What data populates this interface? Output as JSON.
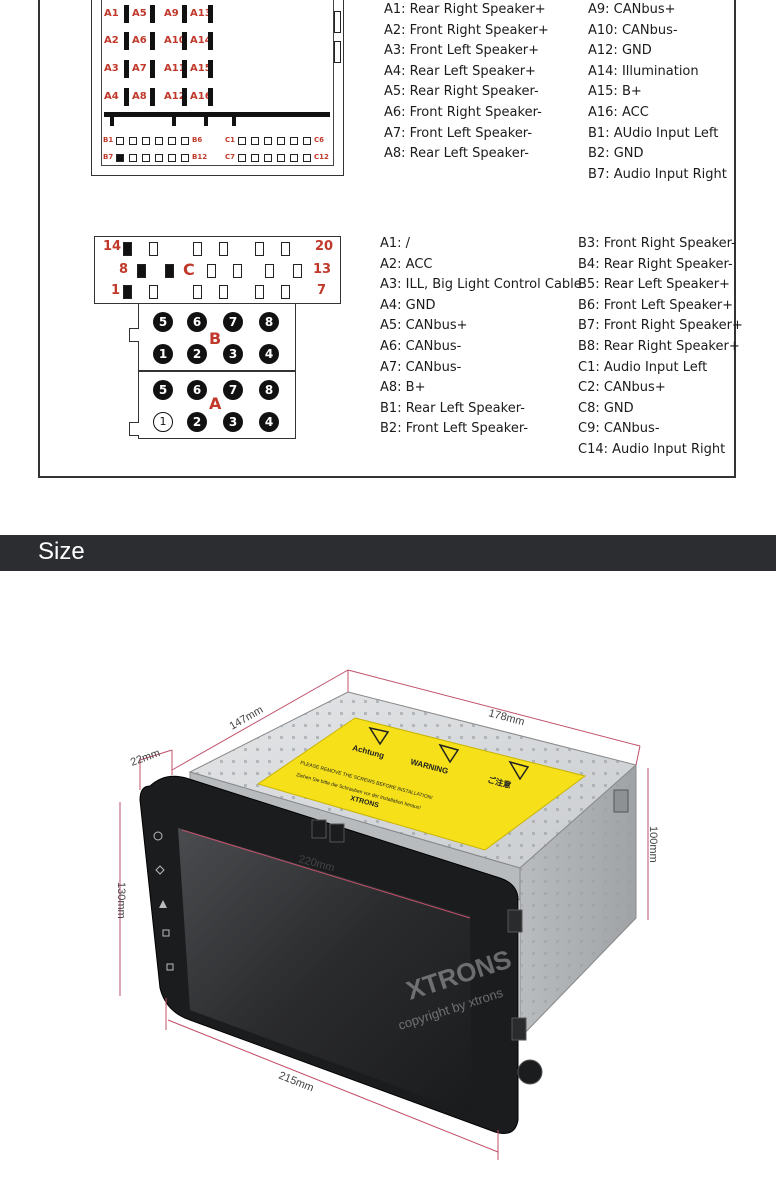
{
  "connector_top": {
    "a_labels": [
      [
        "A1",
        "A5",
        "A9",
        "A13"
      ],
      [
        "A2",
        "A6",
        "A10",
        "A14"
      ],
      [
        "A3",
        "A7",
        "A11",
        "A15"
      ],
      [
        "A4",
        "A8",
        "A12",
        "A16"
      ]
    ],
    "b_row1": {
      "start": "B1",
      "end": "B6"
    },
    "b_row2": {
      "start": "B7",
      "end": "B12"
    },
    "c_row1": {
      "start": "C1",
      "end": "C6"
    },
    "c_row2": {
      "start": "C7",
      "end": "C12"
    }
  },
  "pins_top_left": [
    "A1: Rear Right Speaker+",
    "A2: Front Right Speaker+",
    "A3: Front Left Speaker+",
    "A4: Rear Left Speaker+",
    "A5: Rear Right Speaker-",
    "A6: Front Right Speaker-",
    "A7: Front Left Speaker-",
    "A8: Rear Left Speaker-"
  ],
  "pins_top_right": [
    "A9: CANbus+",
    "A10: CANbus-",
    "A12: GND",
    "A14: Illumination",
    "A15: B+",
    "A16: ACC",
    "B1: AUdio Input Left",
    "B2: GND",
    "B7: Audio Input Right"
  ],
  "connector_bottom": {
    "c_numbers": {
      "top_left": "14",
      "top_right": "20",
      "mid_left": "8",
      "mid_right": "13",
      "bot_left": "1",
      "bot_right": "7"
    },
    "c_letter": "C",
    "b_letter": "B",
    "a_letter": "A",
    "pin_row_top": [
      "5",
      "6",
      "7",
      "8"
    ],
    "pin_row_bottom": [
      "1",
      "2",
      "3",
      "4"
    ]
  },
  "pins_bottom_left": [
    "A1: /",
    "A2: ACC",
    "A3: ILL, Big Light Control Cable",
    "A4: GND",
    "A5: CANbus+",
    "A6: CANbus-",
    "A7: CANbus-",
    "A8: B+",
    "B1: Rear Left Speaker-",
    "B2: Front Left Speaker-"
  ],
  "pins_bottom_right": [
    "B3: Front Right Speaker-",
    "B4: Rear Right Speaker-",
    "B5: Rear Left Speaker+",
    "B6: Front Left Speaker+",
    "B7: Front Right Speaker+",
    "B8: Rear Right Speaker+",
    "C1: Audio Input Left",
    "C2: CANbus+",
    "C8: GND",
    "C9: CANbus-",
    "C14: Audio Input Right"
  ],
  "size_section": {
    "title": "Size"
  },
  "dimensions": {
    "depth_top": "147mm",
    "width_body": "178mm",
    "bezel_thickness": "22mm",
    "screen_width": "220mm",
    "height_front": "130mm",
    "height_body": "100mm",
    "width_bottom": "215mm"
  },
  "sticker": {
    "warning_left": "Achtung",
    "warning_mid": "WARNING",
    "warning_right": "ご注意",
    "line1": "PLEASE REMOVE THE SCREWS BEFORE INSTALLATION!",
    "line2": "Ziehen Sie bitte die Schrauben vor der Installation heraus!",
    "brand": "XTRONS"
  },
  "watermark": {
    "brand": "XTRONS",
    "copyright": "copyright by xtrons"
  },
  "colors": {
    "label_red": "#c0392b",
    "banner_bg": "#2b2d30",
    "sticker_yellow": "#f5e01a",
    "dim_line": "#c0506a"
  }
}
